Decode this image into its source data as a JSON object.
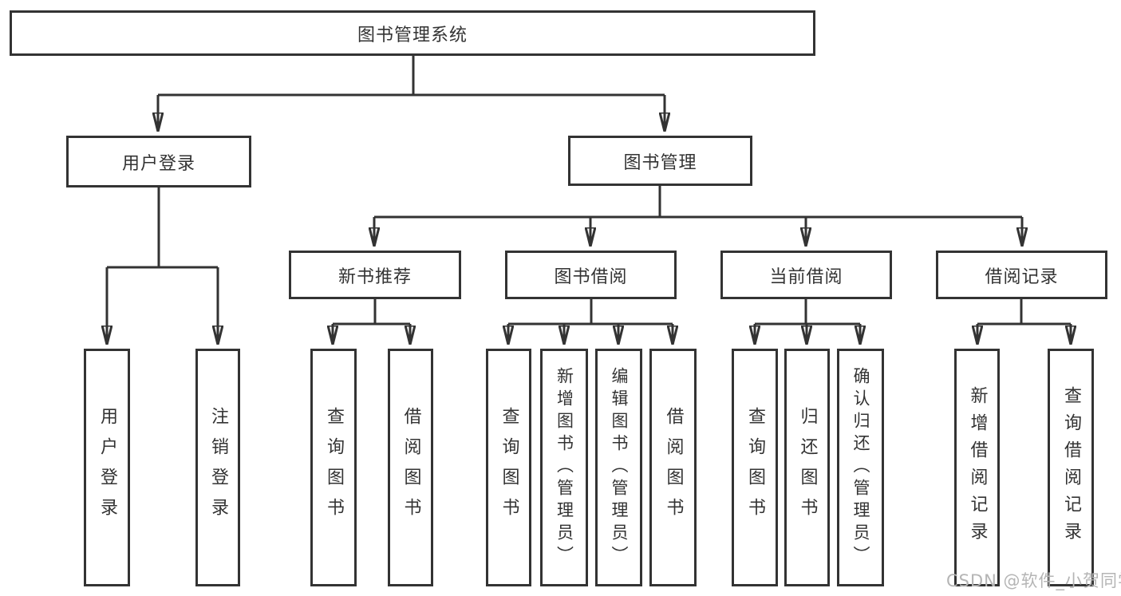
{
  "diagram": {
    "root": {
      "label": "图书管理系统"
    },
    "branches": [
      {
        "label": "用户登录",
        "children": [
          {
            "label": "用户登录"
          },
          {
            "label": "注销登录"
          }
        ]
      },
      {
        "label": "图书管理",
        "children": [
          {
            "label": "新书推荐",
            "children": [
              {
                "label": "查询图书"
              },
              {
                "label": "借阅图书"
              }
            ]
          },
          {
            "label": "图书借阅",
            "children": [
              {
                "label": "查询图书"
              },
              {
                "label": "新增图书（管理员）"
              },
              {
                "label": "编辑图书（管理员）"
              },
              {
                "label": "借阅图书"
              }
            ]
          },
          {
            "label": "当前借阅",
            "children": [
              {
                "label": "查询图书"
              },
              {
                "label": "归还图书"
              },
              {
                "label": "确认归还（管理员）"
              }
            ]
          },
          {
            "label": "借阅记录",
            "children": [
              {
                "label": "新增借阅记录"
              },
              {
                "label": "查询借阅记录"
              }
            ]
          }
        ]
      }
    ]
  },
  "watermark": {
    "text": "CSDN @软件_小贺同学",
    "color": "#b5b5b5"
  },
  "colors": {
    "line": "#333333",
    "text": "#333333",
    "background": "#ffffff"
  }
}
